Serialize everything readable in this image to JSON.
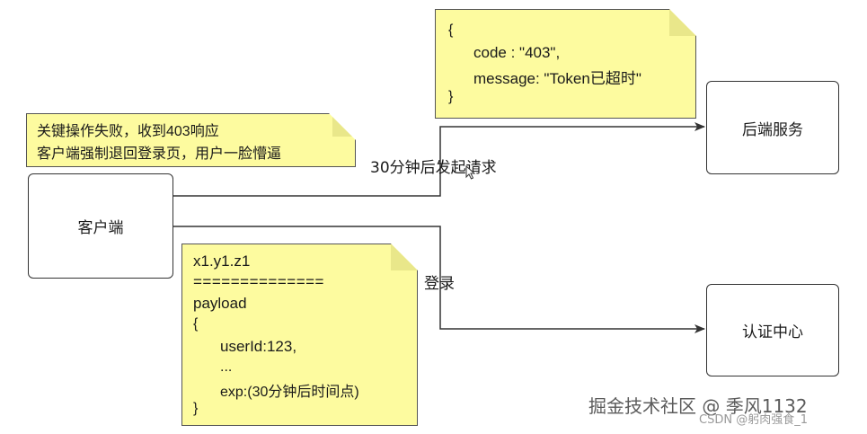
{
  "nodes": {
    "client": "客户端",
    "backend": "后端服务",
    "auth": "认证中心"
  },
  "notes": {
    "response": {
      "lines": [
        "{",
        "code : \"403\",",
        "message: \"Token已超时\"",
        "}"
      ]
    },
    "failure": {
      "lines": [
        "关键操作失败，收到403响应",
        "客户端强制退回登录页，用户一脸懵逼"
      ]
    },
    "token": {
      "lines": [
        "x1.y1.z1",
        "==============",
        "payload",
        "{",
        "userId:123,",
        "...",
        "exp:(30分钟后时间点)",
        "}"
      ]
    }
  },
  "edges": {
    "request_label": "30分钟后发起请求",
    "login_label": "登录"
  },
  "watermark": {
    "main": "掘金技术社区 @ 季风1132",
    "sub": "CSDN @躬肉强食_1"
  },
  "colors": {
    "note_fill": "#fdfb9f",
    "line": "#333333"
  }
}
